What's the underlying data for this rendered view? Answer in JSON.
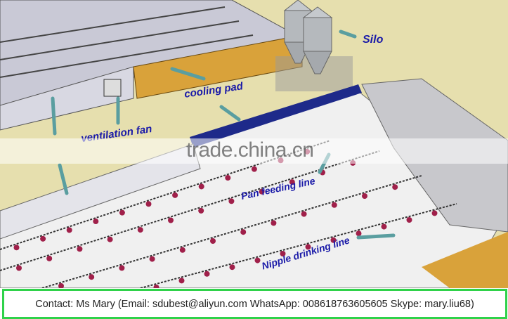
{
  "labels": {
    "silo": "Silo",
    "cooling_pad": "cooling pad",
    "ventilation_fan": "ventilation fan",
    "pan_feeding_line": "Pan feeding line",
    "nipple_drinking_line": "Nipple drinking line"
  },
  "watermark": "trade.china.cn",
  "footer": {
    "contact": "Contact: Ms Mary (Email: sdubest@aliyun.com   WhatsApp: 008618763605605   Skype: mary.liu68)"
  },
  "colors": {
    "label": "#1a1aa8",
    "arrow": "#5a9ea0",
    "ground": "#e6dfae",
    "roof_blue": "#1e2a8a",
    "cooling_pad": "#d9a23a",
    "footer_border": "#2fd24a",
    "feeder_pan": "#a0204a"
  }
}
